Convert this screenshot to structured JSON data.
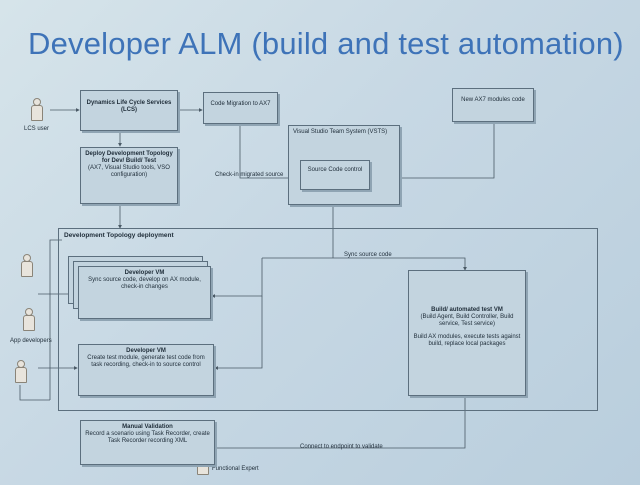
{
  "title": "Developer ALM (build and test automation)",
  "actors": {
    "lcs_user": "LCS user",
    "app_developers": "App developers",
    "functional_expert": "Functional Expert"
  },
  "boxes": {
    "lcs": {
      "title": "Dynamics Life Cycle Services (LCS)"
    },
    "code_migration": {
      "title": "Code Migration to AX7"
    },
    "new_modules": {
      "title": "New AX7 modules code"
    },
    "deploy": {
      "title": "Deploy Development Topology for Dev/ Build/ Test",
      "detail": "(AX7, Visual Studio tools, VSO configuration)"
    },
    "vsts": {
      "title": "Visual Studio Team System (VSTS)",
      "inner": "Source Code control"
    },
    "dev_vm1": {
      "title": "Developer VM",
      "detail": "Sync source code, develop on AX module, check-in changes"
    },
    "dev_vm2": {
      "title": "Developer VM",
      "detail": "Create test module, generate test code from task recording, check-in to source control"
    },
    "build_vm": {
      "title": "Build/ automated test VM",
      "line1": "(Build Agent, Build Controller, Build service, Test service)",
      "line2": "Build AX modules, execute tests against build, replace local packages"
    },
    "manual": {
      "title": "Manual Validation",
      "detail": "Record a scenario using Task Recorder, create Task Recorder recording XML"
    }
  },
  "section": {
    "dev_topology": "Development Topology deployment"
  },
  "connectors": {
    "checkin": "Check-in migrated source",
    "sync": "Sync source code",
    "connect": "Connect to endpoint to validate"
  }
}
